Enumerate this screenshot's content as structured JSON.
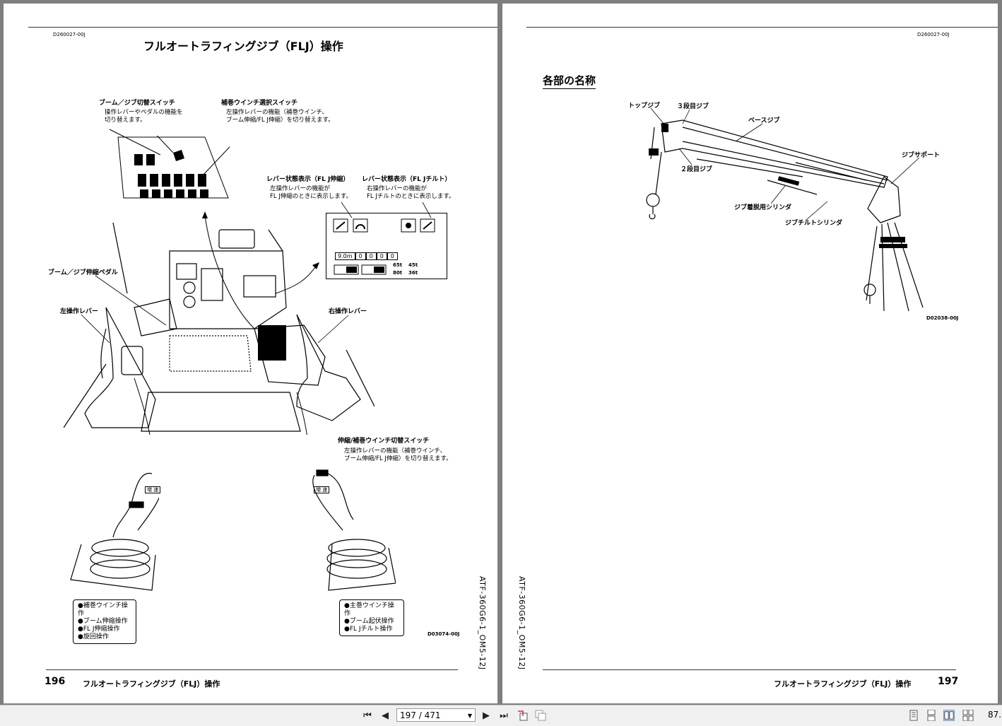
{
  "left_page": {
    "doc_id": "D260027-00J",
    "title": "フルオートラフィングジブ（FLJ）操作",
    "labels": {
      "boom_jib_switch": "ブーム／ジブ切替スイッチ",
      "boom_jib_switch_desc1": "操作レバーやペダルの機能を",
      "boom_jib_switch_desc2": "切り替えます。",
      "aux_winch_switch": "補巻ウインチ選択スイッチ",
      "aux_winch_switch_desc1": "左操作レバーの機能（補巻ウインチ、",
      "aux_winch_switch_desc2": "ブーム伸縮/FL J伸縮）を切り替えます。",
      "lever_state_tele": "レバー状態表示（FL J伸縮）",
      "lever_state_tele_desc1": "左操作レバーの機能が",
      "lever_state_tele_desc2": "FL J伸縮のときに表示します。",
      "lever_state_tilt": "レバー状態表示（FL Jチルト）",
      "lever_state_tilt_desc1": "右操作レバーの機能が",
      "lever_state_tilt_desc2": "FL Jチルトのときに表示します。",
      "boom_jib_pedal": "ブーム／ジブ伸縮ペダル",
      "left_lever": "左操作レバー",
      "right_lever": "右操作レバー",
      "tele_aux_switch": "伸縮/補巻ウインチ切替スイッチ",
      "tele_aux_switch_desc1": "左操作レバーの機能（補巻ウインチ、",
      "tele_aux_switch_desc2": "ブーム伸縮/FL J伸縮）を切り替えます。",
      "speed_up_left": "増 速",
      "speed_up_right": "増 速"
    },
    "display": {
      "length": "9.0m",
      "cells": [
        "0",
        "0",
        "0",
        "0"
      ],
      "w1": "65t",
      "w2": "45t",
      "w3": "80t",
      "w4": "36t"
    },
    "left_box_items": [
      "●補巻ウインチ操作",
      "●ブーム伸縮操作",
      "●FL J伸縮操作",
      "●旋回操作"
    ],
    "right_box_items": [
      "●主巻ウインチ操作",
      "●ブーム起伏操作",
      "●FL Jチルト操作"
    ],
    "figure_id": "D03074-00J",
    "side_text": "ATF-360G6-1_OM5-12J",
    "page_number": "196",
    "footer_title": "フルオートラフィングジブ（FLJ）操作"
  },
  "right_page": {
    "doc_id": "D260027-00J",
    "section_title": "各部の名称",
    "labels": {
      "top_jib": "トップジブ",
      "third_jib": "３段目ジブ",
      "base_jib": "ベースジブ",
      "jib_support": "ジブサポート",
      "second_jib": "２段目ジブ",
      "jib_mount_cyl": "ジブ着脱用シリンダ",
      "jib_tilt_cyl": "ジブチルトシリンダ"
    },
    "figure_id": "D02038-00J",
    "side_text": "ATF-360G6-1_OM5-12J",
    "page_number": "197",
    "footer_title": "フルオートラフィングジブ（FLJ）操作"
  },
  "toolbar": {
    "page_field": "197 / 471",
    "zoom": "87."
  }
}
